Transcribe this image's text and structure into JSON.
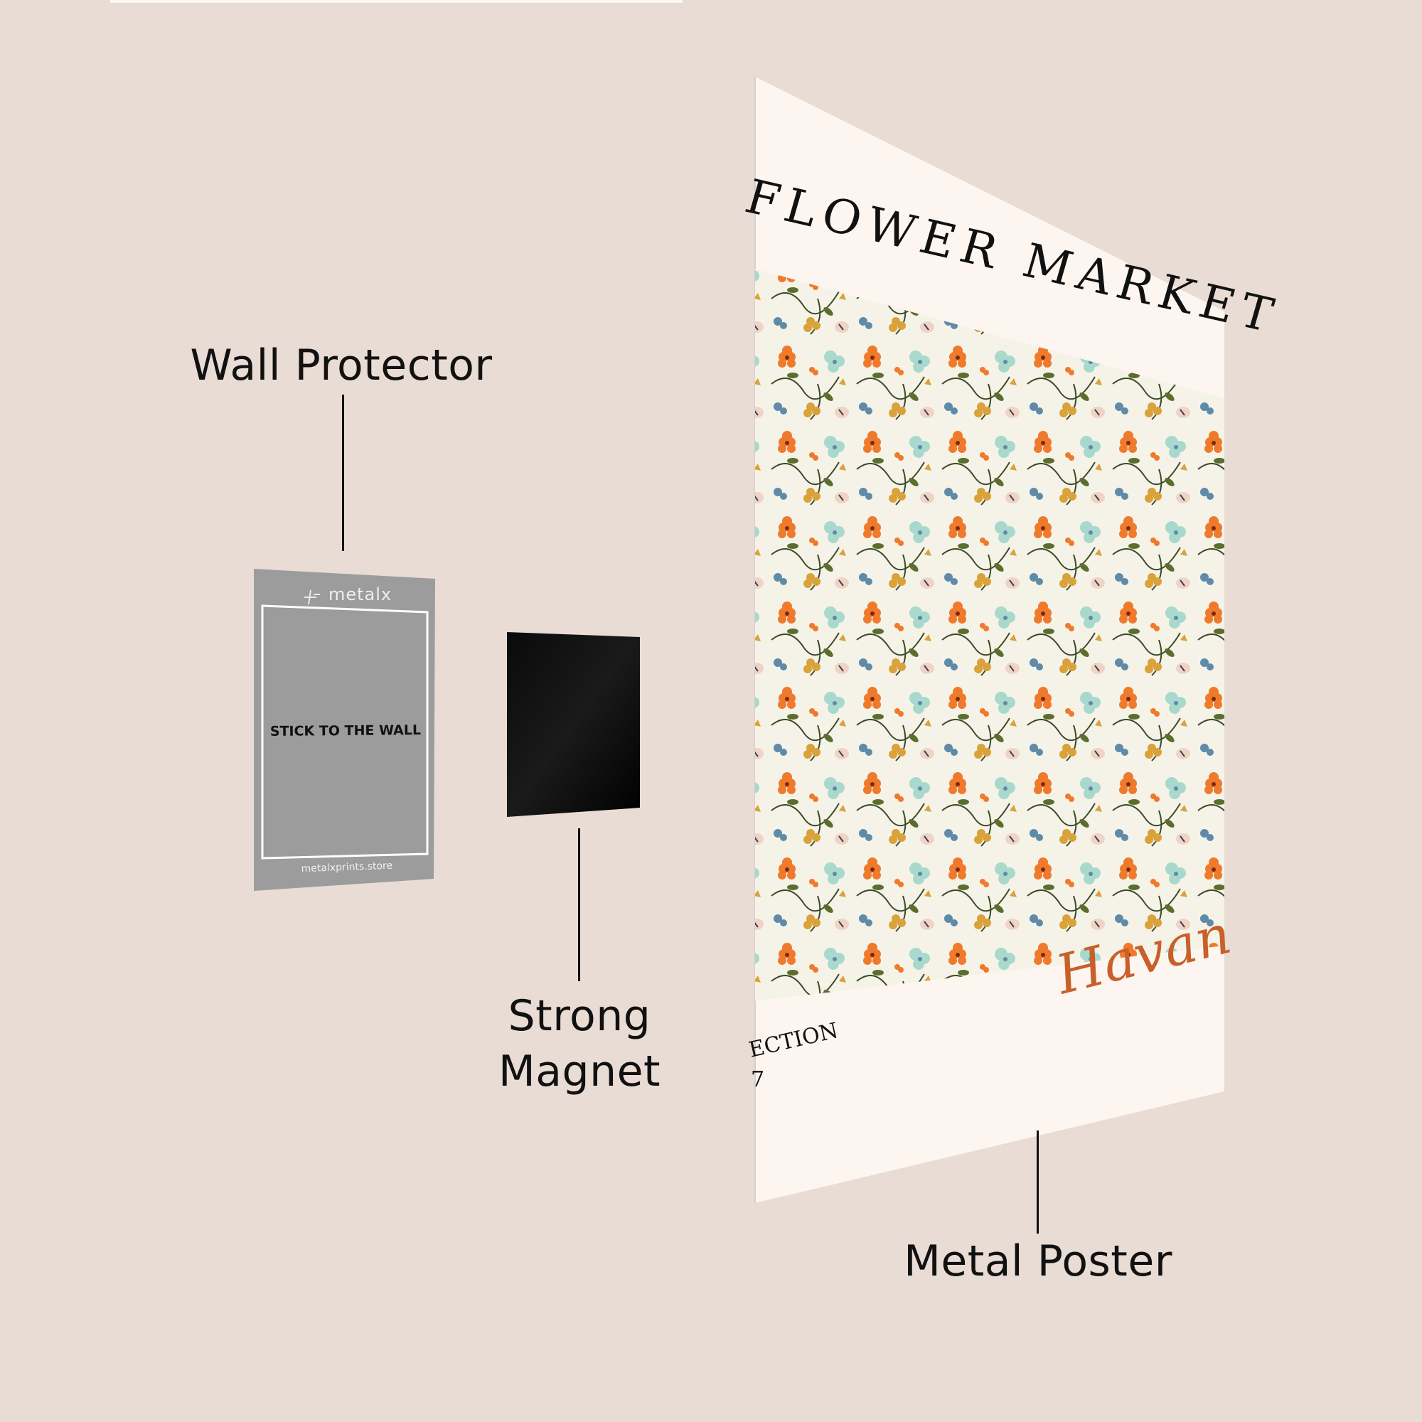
{
  "labels": {
    "wall_protector": "Wall Protector",
    "magnet_line1": "Strong",
    "magnet_line2": "Magnet",
    "metal_poster": "Metal Poster"
  },
  "wall_protector": {
    "brand": "metalx",
    "instruction": "STICK TO THE WALL",
    "website": "metalxprints.store",
    "color": "#9c9c9c"
  },
  "magnet": {
    "color": "#050505"
  },
  "poster": {
    "title": "FLOWER MARKET",
    "city": "Havan",
    "collection_fragment": "ECTION",
    "number_fragment": "7",
    "paper_color": "#fdf6f0",
    "accent_color": "#c8602a",
    "floral_colors": [
      "#f07a2c",
      "#a9d9cc",
      "#5f8aa8",
      "#d9a23a",
      "#5b6e2e",
      "#f1d3c3"
    ]
  },
  "background": "#e8dcd4"
}
